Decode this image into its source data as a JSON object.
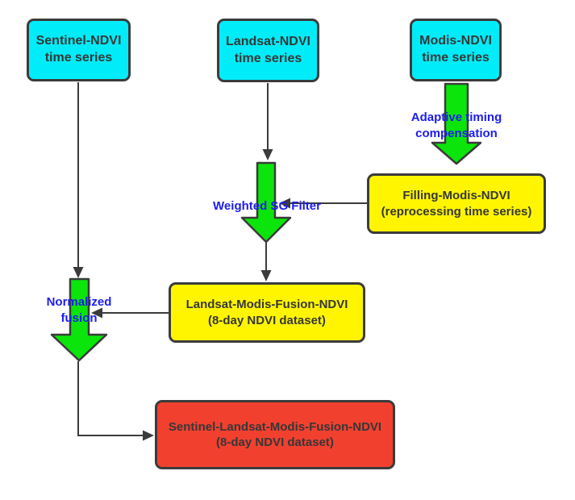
{
  "diagram": {
    "type": "flowchart",
    "nodes": {
      "sentinel": {
        "label": "Sentinel-NDVI\ntime series",
        "role": "input"
      },
      "landsat": {
        "label": "Landsat-NDVI\ntime series",
        "role": "input"
      },
      "modis": {
        "label": "Modis-NDVI\ntime series",
        "role": "input"
      },
      "filling": {
        "label": "Filling-Modis-NDVI\n(reprocessing time series)",
        "role": "intermediate"
      },
      "fusion": {
        "label": "Landsat-Modis-Fusion-NDVI\n(8-day NDVI dataset)",
        "role": "intermediate"
      },
      "final": {
        "label": "Sentinel-Landsat-Modis-Fusion-NDVI\n(8-day NDVI dataset)",
        "role": "output"
      }
    },
    "process_labels": {
      "adaptive": "Adaptive timing\ncompensation",
      "weighted": "Weighted SG Filter",
      "normalized": "Normalized\nfusion"
    },
    "edges": [
      {
        "from": "modis",
        "to": "filling",
        "label": "Adaptive timing compensation"
      },
      {
        "from": "landsat",
        "to": "fusion",
        "label": "Weighted SG Filter"
      },
      {
        "from": "filling",
        "to": "fusion",
        "label": ""
      },
      {
        "from": "sentinel",
        "to": "final",
        "label": "Normalized fusion"
      },
      {
        "from": "fusion",
        "to": "final",
        "label": ""
      }
    ],
    "colors": {
      "input_node_fill": "#00ECF8",
      "intermediate_node_fill": "#FFF500",
      "output_node_fill": "#F2402F",
      "block_arrow_fill": "#0BE50B",
      "node_border": "#3B3B3B",
      "connector": "#3B3B3B",
      "node_text": "#373737",
      "process_label_text": "#1C1CF0"
    }
  }
}
